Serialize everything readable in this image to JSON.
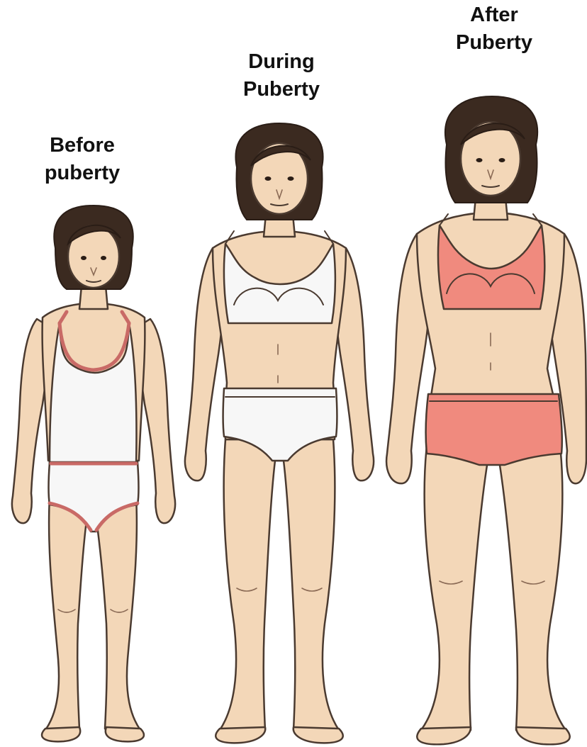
{
  "stages": [
    {
      "id": "before",
      "line1": "Before",
      "line2": "puberty"
    },
    {
      "id": "during",
      "line1": "During",
      "line2": "Puberty"
    },
    {
      "id": "after",
      "line1": "After",
      "line2": "Puberty"
    }
  ],
  "colors": {
    "skin": "#f3d7b8",
    "skin_shadow": "#e2b995",
    "outline": "#4a3a30",
    "hair": "#3b2a20",
    "garment_white": "#f7f7f7",
    "garment_pink": "#f08a7e",
    "trim_pink": "#c96a66"
  }
}
